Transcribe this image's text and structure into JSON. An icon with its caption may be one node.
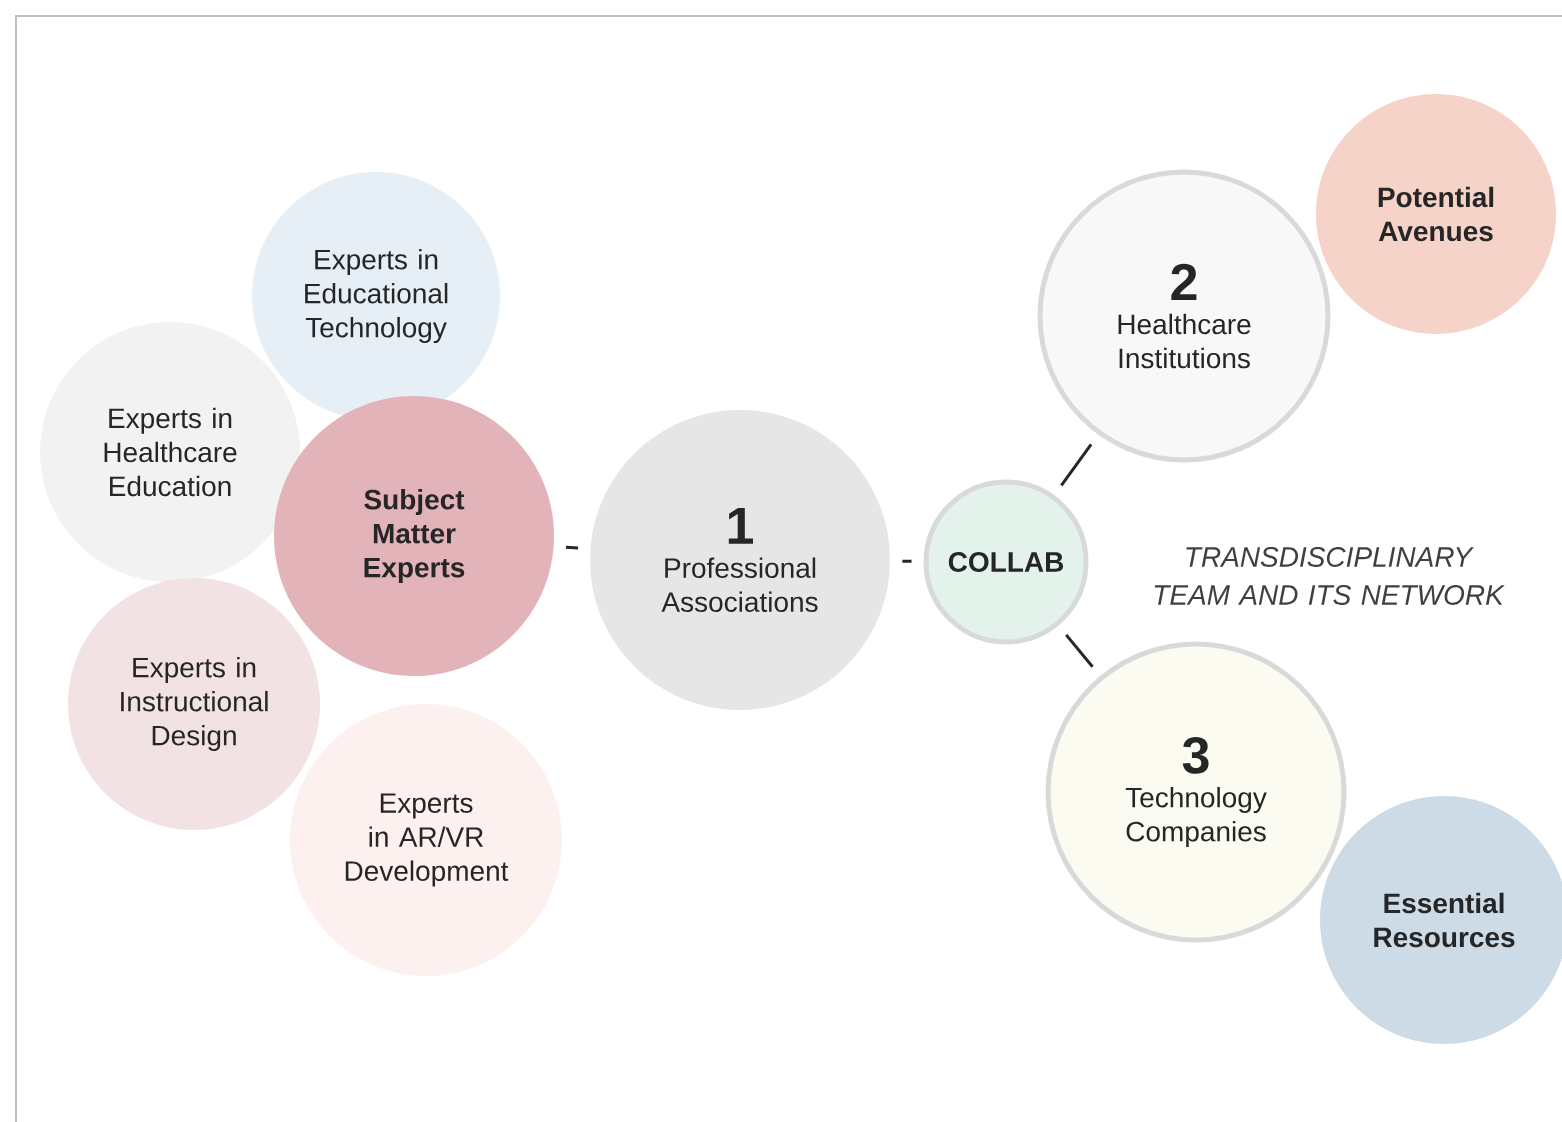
{
  "diagram": {
    "nodes": [
      {
        "text": [
          "Experts in Educational Technology"
        ]
      },
      {
        "text": [
          "Experts in Healthcare Education"
        ]
      },
      {
        "text": [
          "Subject Matter Experts"
        ]
      },
      {
        "text": [
          "Experts in Instructional Design"
        ]
      },
      {
        "text": [
          "Experts in AR/VR Development"
        ]
      },
      {
        "text": [
          "1",
          "Professional Associations"
        ]
      },
      {
        "text": [
          "COLLAB"
        ]
      },
      {
        "text": [
          "2",
          "Healthcare Institutions"
        ]
      },
      {
        "text": [
          "Potential Avenues"
        ]
      },
      {
        "text": [
          "3",
          "Technology Companies"
        ]
      },
      {
        "text": [
          "Essential Resources"
        ]
      }
    ],
    "edges": [
      {
        "from": 2,
        "to": 5,
        "arrow": "none"
      },
      {
        "from": 5,
        "to": 6,
        "arrow": "none"
      },
      {
        "from": 6,
        "to": 7,
        "arrow": "none"
      },
      {
        "from": 6,
        "to": 9,
        "arrow": "none"
      }
    ],
    "labels": [
      "TRANSDISCIPLINARY TEAM AND ITS NETWORK"
    ]
  }
}
